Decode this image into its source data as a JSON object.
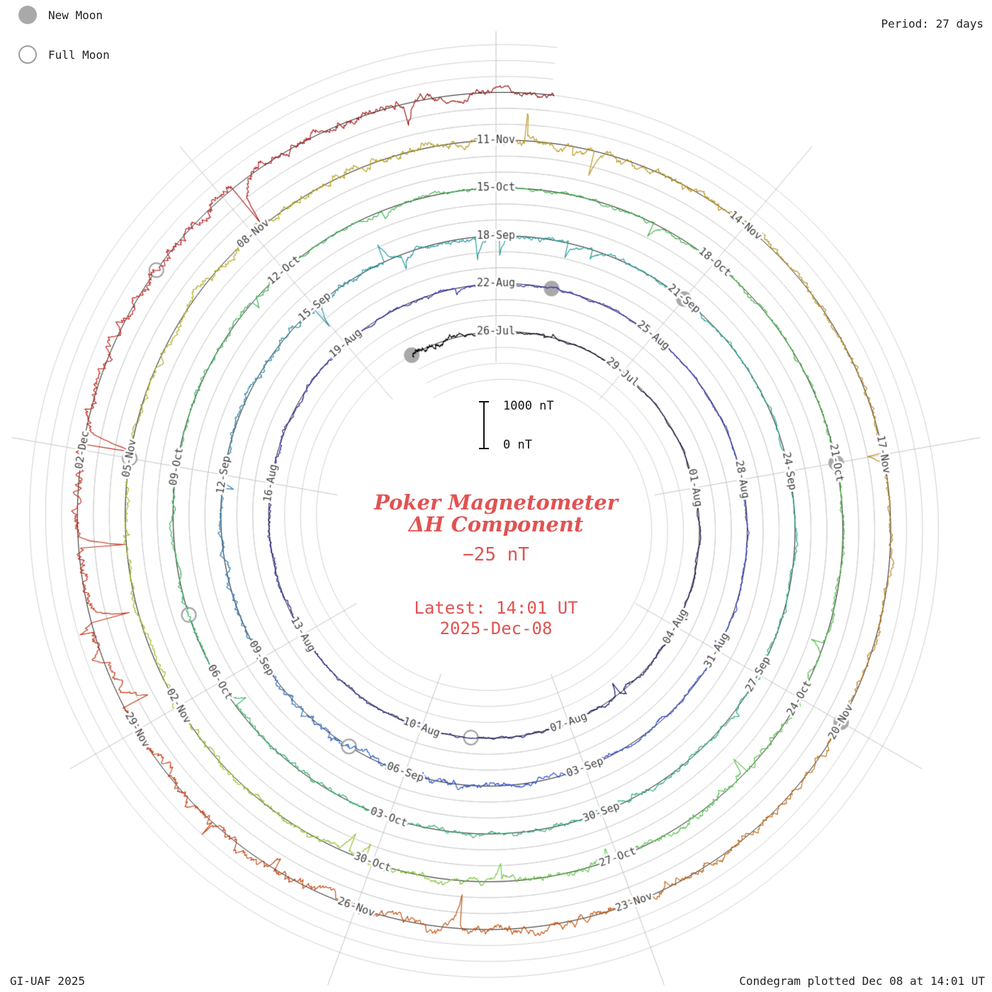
{
  "meta": {
    "corner_top_right": "Period: 27 days",
    "corner_bottom_left": "GI-UAF 2025",
    "corner_bottom_right": "Condegram plotted Dec 08 at 14:01 UT"
  },
  "legend": {
    "new_moon_label": "New Moon",
    "full_moon_label": "Full Moon"
  },
  "center": {
    "title_line1": "Poker Magnetometer",
    "title_line2": "ΔH Component",
    "current_value": "−25 nT",
    "latest_line1": "Latest: 14:01 UT",
    "latest_line2": "2025-Dec-08"
  },
  "scale_bar": {
    "top_label": "1000 nT",
    "bottom_label": "0 nT"
  },
  "chart_data": {
    "type": "line",
    "style": "condegram-spiral",
    "title": "Poker Magnetometer ΔH Component",
    "period_days": 27,
    "spoke_step_days": 3,
    "spokes_per_turn": 9,
    "start_date": "2025-Jul-24",
    "end_date": "2025-Dec-08 14:01 UT",
    "latest_value_nT": -25,
    "span_days": [
      -2,
      135.584
    ],
    "top_dates": [
      "26-Jul",
      "22-Aug",
      "18-Sep",
      "15-Oct",
      "11-Nov"
    ],
    "scale": {
      "nT_per_turn_gap": 1000,
      "grid_step_nT": 333.33
    },
    "date_labels": [
      [
        0,
        "26-Jul"
      ],
      [
        3,
        "29-Jul"
      ],
      [
        6,
        "01-Aug"
      ],
      [
        9,
        "04-Aug"
      ],
      [
        12,
        "07-Aug"
      ],
      [
        15,
        "10-Aug"
      ],
      [
        18,
        "13-Aug"
      ],
      [
        21,
        "16-Aug"
      ],
      [
        24,
        "19-Aug"
      ],
      [
        27,
        "22-Aug"
      ],
      [
        30,
        "25-Aug"
      ],
      [
        33,
        "28-Aug"
      ],
      [
        36,
        "31-Aug"
      ],
      [
        39,
        "03-Sep"
      ],
      [
        42,
        "06-Sep"
      ],
      [
        45,
        "09-Sep"
      ],
      [
        48,
        "12-Sep"
      ],
      [
        51,
        "15-Sep"
      ],
      [
        54,
        "18-Sep"
      ],
      [
        57,
        "21-Sep"
      ],
      [
        60,
        "24-Sep"
      ],
      [
        63,
        "27-Sep"
      ],
      [
        66,
        "30-Sep"
      ],
      [
        69,
        "03-Oct"
      ],
      [
        72,
        "06-Oct"
      ],
      [
        75,
        "09-Oct"
      ],
      [
        78,
        "12-Oct"
      ],
      [
        81,
        "15-Oct"
      ],
      [
        84,
        "18-Oct"
      ],
      [
        87,
        "21-Oct"
      ],
      [
        90,
        "24-Oct"
      ],
      [
        93,
        "27-Oct"
      ],
      [
        96,
        "30-Oct"
      ],
      [
        99,
        "02-Nov"
      ],
      [
        102,
        "05-Nov"
      ],
      [
        105,
        "08-Nov"
      ],
      [
        108,
        "11-Nov"
      ],
      [
        111,
        "14-Nov"
      ],
      [
        114,
        "17-Nov"
      ],
      [
        117,
        "20-Nov"
      ],
      [
        120,
        "23-Nov"
      ],
      [
        123,
        "26-Nov"
      ],
      [
        126,
        "29-Nov"
      ],
      [
        129,
        "02-Dec"
      ]
    ],
    "new_moon": [
      [
        -2,
        "24-Jul"
      ],
      [
        28,
        "23-Aug"
      ],
      [
        57,
        "21-Sep"
      ],
      [
        87,
        "21-Oct"
      ],
      [
        117,
        "20-Nov"
      ]
    ],
    "full_moon": [
      [
        14,
        "09-Aug"
      ],
      [
        43,
        "07-Sep"
      ],
      [
        73,
        "07-Oct"
      ],
      [
        102,
        "05-Nov"
      ],
      [
        131,
        "04-Dec"
      ]
    ],
    "color_stops": [
      [
        -2,
        "#000000"
      ],
      [
        4,
        "#05052e"
      ],
      [
        10,
        "#0d0d5a"
      ],
      [
        16,
        "#16167e"
      ],
      [
        22,
        "#1d1d9c"
      ],
      [
        28,
        "#2424b2"
      ],
      [
        34,
        "#2a35c0"
      ],
      [
        40,
        "#2e4fca"
      ],
      [
        46,
        "#2a74b4"
      ],
      [
        52,
        "#23969f"
      ],
      [
        58,
        "#1fa392"
      ],
      [
        64,
        "#27ab80"
      ],
      [
        70,
        "#2fb36b"
      ],
      [
        76,
        "#37b455"
      ],
      [
        82,
        "#3db247"
      ],
      [
        88,
        "#49b83f"
      ],
      [
        93,
        "#57c84e"
      ],
      [
        96,
        "#8cc22f"
      ],
      [
        100,
        "#a4bb25"
      ],
      [
        104,
        "#b2aa1e"
      ],
      [
        108,
        "#b8991a"
      ],
      [
        112,
        "#bb8a14"
      ],
      [
        116,
        "#bb7a10"
      ],
      [
        119,
        "#c0600e"
      ],
      [
        122,
        "#c24d0c"
      ],
      [
        125,
        "#c13c10"
      ],
      [
        128,
        "#bf2c16"
      ],
      [
        131,
        "#b81e1e"
      ],
      [
        134,
        "#9c1313"
      ],
      [
        136,
        "#870d0d"
      ]
    ],
    "activity": [
      [
        -2,
        0.8
      ],
      [
        -1,
        0.55
      ],
      [
        1,
        0.3
      ],
      [
        4,
        0.22
      ],
      [
        8,
        0.3
      ],
      [
        11,
        0.45
      ],
      [
        14,
        0.35
      ],
      [
        18,
        0.4
      ],
      [
        21,
        0.45
      ],
      [
        24,
        0.4
      ],
      [
        28,
        0.38
      ],
      [
        31,
        0.3
      ],
      [
        35,
        0.35
      ],
      [
        39,
        0.5
      ],
      [
        42,
        0.72
      ],
      [
        45,
        0.6
      ],
      [
        48,
        0.5
      ],
      [
        51,
        0.62
      ],
      [
        54,
        0.58
      ],
      [
        57,
        0.42
      ],
      [
        60,
        0.38
      ],
      [
        63,
        0.45
      ],
      [
        66,
        0.6
      ],
      [
        69,
        0.5
      ],
      [
        72,
        0.55
      ],
      [
        75,
        0.45
      ],
      [
        78,
        0.55
      ],
      [
        81,
        0.45
      ],
      [
        84,
        0.5
      ],
      [
        87,
        0.42
      ],
      [
        90,
        0.55
      ],
      [
        93,
        0.75
      ],
      [
        96,
        0.65
      ],
      [
        99,
        0.6
      ],
      [
        102,
        0.52
      ],
      [
        105,
        0.7
      ],
      [
        108,
        0.8
      ],
      [
        111,
        0.65
      ],
      [
        114,
        0.5
      ],
      [
        117,
        0.55
      ],
      [
        120,
        0.8
      ],
      [
        123,
        0.82
      ],
      [
        126,
        0.85
      ],
      [
        129,
        0.78
      ],
      [
        132,
        0.85
      ],
      [
        135.6,
        0.7
      ]
    ],
    "colors": {
      "grid": "#cfcfcf",
      "spoke": "#c4c4c4",
      "baseline": "#111111",
      "label": "#3d3d3d",
      "accent_red": "#e25252",
      "moon_fill": "#a9a9a9",
      "moon_ring": "#9e9e9e"
    }
  }
}
